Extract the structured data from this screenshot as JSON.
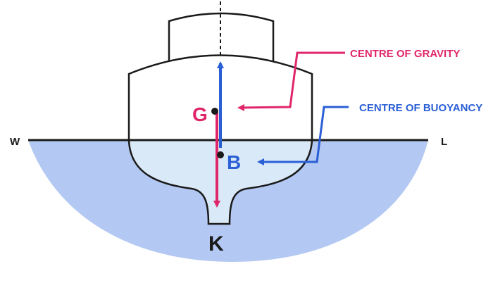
{
  "labels": {
    "gravity_callout": "CENTRE OF GRAVITY",
    "buoyancy_callout": "CENTRE OF BUOYANCY",
    "water_left": "W",
    "water_right": "L",
    "point_g": "G",
    "point_b": "B",
    "point_k": "K"
  },
  "colors": {
    "gravity": "#e0266a",
    "buoyancy": "#2a5fd6",
    "water": "#b3c8f2",
    "hull_submerged": "#d9e9f8",
    "outline": "#1a1a1a"
  }
}
